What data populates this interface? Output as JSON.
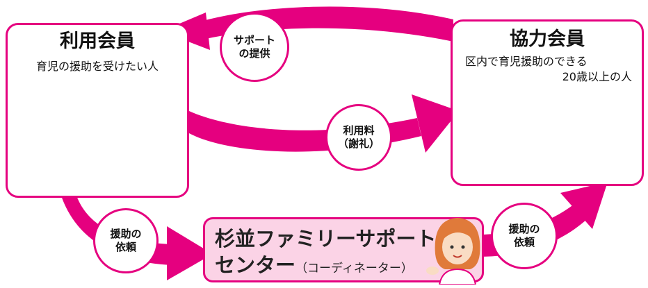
{
  "colors": {
    "accent": "#e5007f",
    "center_fill": "#fbd3e6",
    "border": "#e5007f"
  },
  "user_member": {
    "title": "利用会員",
    "description": "育児の援助を受けたい人",
    "illustration": "family-illustration"
  },
  "cooperating_member": {
    "title": "協力会員",
    "description_line1": "区内で育児援助のできる",
    "description_line2": "20歳以上の人",
    "illustration": "grandmother-child-illustration"
  },
  "center": {
    "name_line1": "杉並ファミリーサポート",
    "name_line2_main": "センター",
    "name_line2_sub": "（コーディネーター）",
    "illustration": "coordinator-illustration"
  },
  "flows": {
    "support": {
      "line1": "サポート",
      "line2": "の提供"
    },
    "fee": {
      "line1": "利用料",
      "line2": "（謝礼）"
    },
    "request_left": {
      "line1": "援助の",
      "line2": "依頼"
    },
    "request_right": {
      "line1": "援助の",
      "line2": "依頼"
    }
  }
}
